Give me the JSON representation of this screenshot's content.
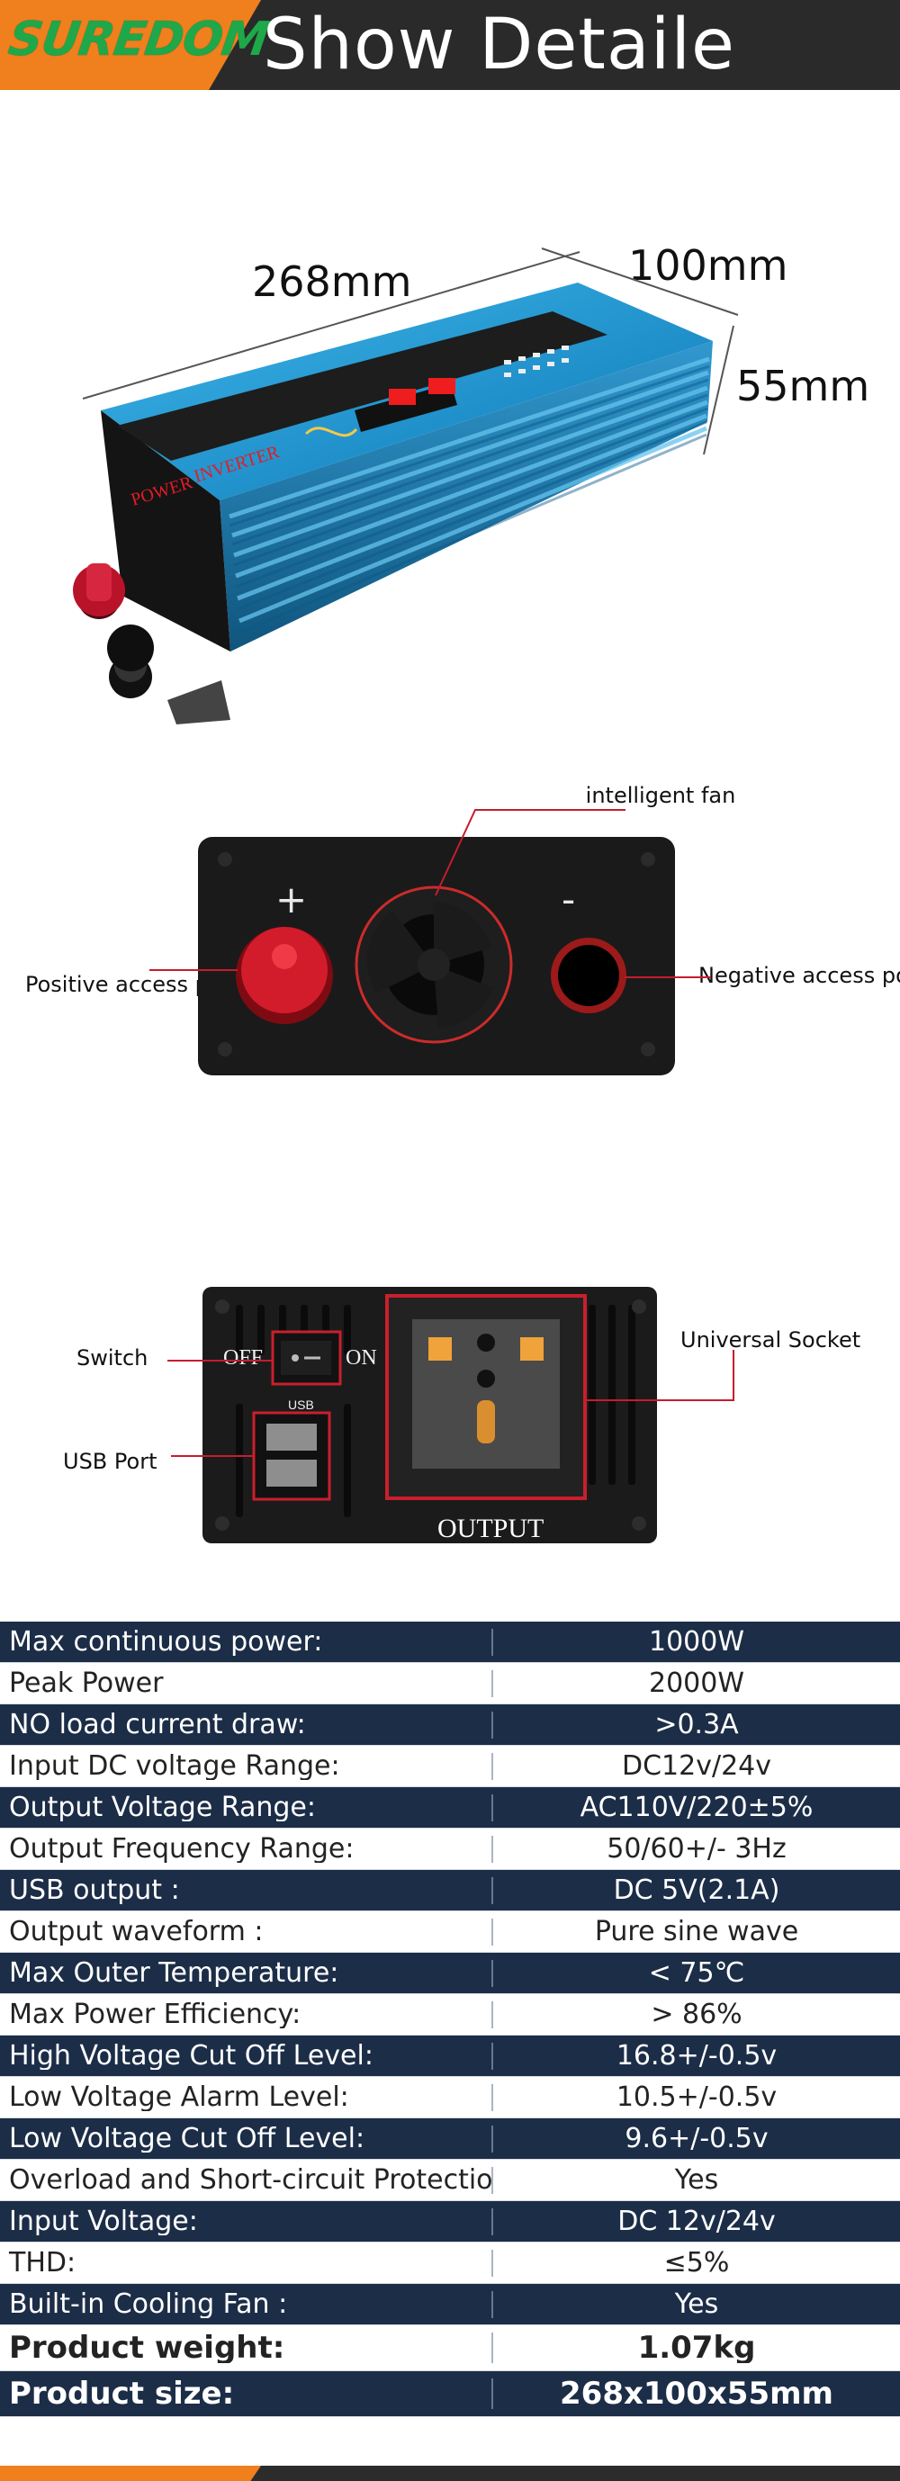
{
  "header": {
    "brand": "SUREDOM",
    "title": "Show Detaile"
  },
  "dimensions": {
    "length": "268mm",
    "width": "100mm",
    "height": "55mm"
  },
  "inverter_label": {
    "line1": "POWER",
    "line2": "INVERTER"
  },
  "front_panel": {
    "fan": "intelligent fan",
    "positive": "Positive access port",
    "negative": "Negative access port",
    "plus": "+",
    "minus": "-"
  },
  "rear_panel": {
    "switch": "Switch",
    "usb_port": "USB Port",
    "socket": "Universal Socket",
    "off": "OFF",
    "on": "ON",
    "usb": "USB",
    "output": "OUTPUT"
  },
  "specs": [
    {
      "label": "Max continuous power:",
      "value": "1000W"
    },
    {
      "label": "Peak Power",
      "value": "2000W"
    },
    {
      "label": "NO load current draw:",
      "value": ">0.3A"
    },
    {
      "label": "Input DC voltage Range:",
      "value": "DC12v/24v"
    },
    {
      "label": "Output Voltage Range:",
      "value": "AC110V/220±5%"
    },
    {
      "label": "Output Frequency Range:",
      "value": "50/60+/- 3Hz"
    },
    {
      "label": "USB output :",
      "value": "DC 5V(2.1A)"
    },
    {
      "label": "Output waveform :",
      "value": "Pure sine wave"
    },
    {
      "label": "Max Outer Temperature:",
      "value": "< 75℃"
    },
    {
      "label": "Max Power Efficiency:",
      "value": "> 86%"
    },
    {
      "label": "High Voltage Cut Off Level:",
      "value": "16.8+/-0.5v"
    },
    {
      "label": "Low Voltage Alarm Level:",
      "value": "10.5+/-0.5v"
    },
    {
      "label": "Low Voltage Cut Off Level:",
      "value": "9.6+/-0.5v"
    },
    {
      "label": "Overload and Short-circuit Protection:",
      "value": "Yes"
    },
    {
      "label": "Input Voltage:",
      "value": "DC 12v/24v"
    },
    {
      "label": "THD:",
      "value": "≤5%"
    },
    {
      "label": "Built-in Cooling Fan :",
      "value": "Yes"
    },
    {
      "label": "Product weight:",
      "value": "1.07kg"
    },
    {
      "label": "Product size:",
      "value": "268x100x55mm"
    }
  ]
}
